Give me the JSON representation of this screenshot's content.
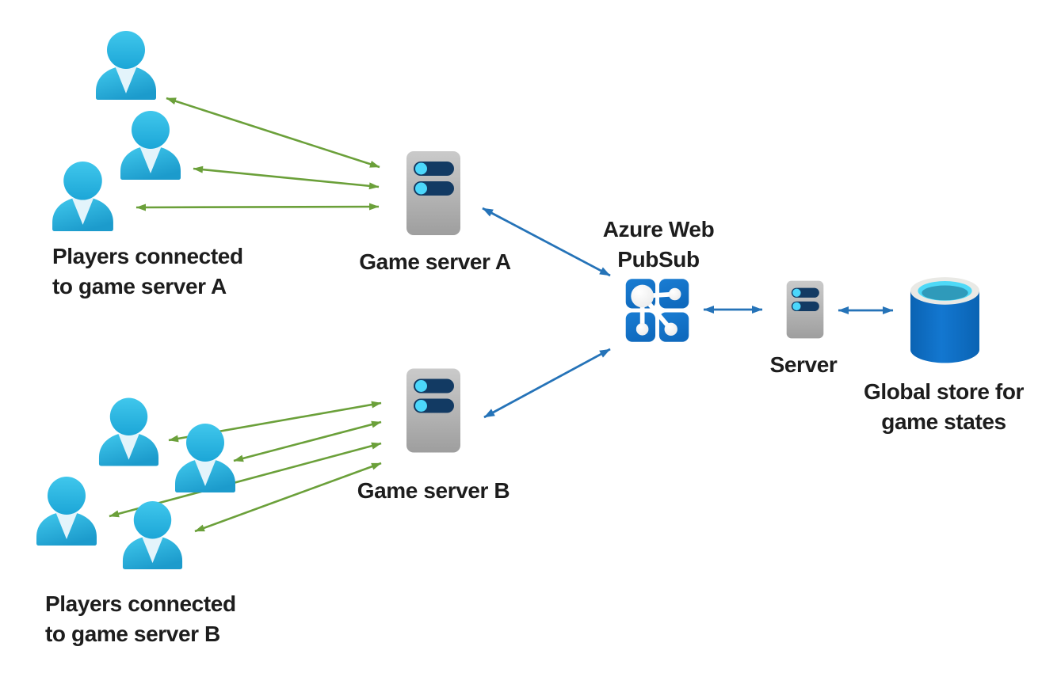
{
  "diagram": {
    "nodes": {
      "players_a": {
        "label_lines": [
          "Players connected",
          "to game server A"
        ],
        "player_count": 3
      },
      "game_server_a": {
        "label": "Game server A"
      },
      "players_b": {
        "label_lines": [
          "Players connected",
          "to game server B"
        ],
        "player_count": 4
      },
      "game_server_b": {
        "label": "Game server B"
      },
      "web_pubsub": {
        "label_lines": [
          "Azure Web",
          "PubSub"
        ]
      },
      "server": {
        "label": "Server"
      },
      "global_store": {
        "label_lines": [
          "Global store for",
          "game states"
        ]
      }
    },
    "edges": [
      {
        "from": "players_a",
        "to": "game_server_a",
        "style": "green-double-arrow",
        "count": 3
      },
      {
        "from": "players_b",
        "to": "game_server_b",
        "style": "green-double-arrow",
        "count": 4
      },
      {
        "from": "game_server_a",
        "to": "web_pubsub",
        "style": "blue-double-arrow"
      },
      {
        "from": "game_server_b",
        "to": "web_pubsub",
        "style": "blue-double-arrow"
      },
      {
        "from": "web_pubsub",
        "to": "server",
        "style": "blue-double-arrow"
      },
      {
        "from": "server",
        "to": "global_store",
        "style": "blue-double-arrow"
      }
    ],
    "colors": {
      "player_arrow_green": "#6BA03A",
      "service_arrow_blue": "#2573B8",
      "player_icon_cyan": "#2CB5E0",
      "server_body_gray": "#B5B5B5",
      "server_slot_navy": "#123A63",
      "server_slot_dot_cyan": "#4CD7FB",
      "web_pubsub_blue": "#1173C8",
      "global_store_blue": "#0D6FC6",
      "label_text": "#1D1D1D"
    }
  }
}
